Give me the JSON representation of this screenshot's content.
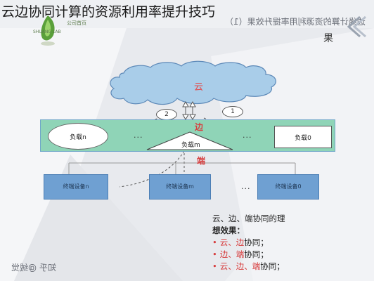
{
  "title": "云边协同计算的资源利用率提升技巧",
  "logo": {
    "text_top": "SHUANG LAB",
    "text_side": "公司首页"
  },
  "header_mirror_text": "边缘计算的资源利用率提升效果（1）",
  "corner_text": "果",
  "diagram": {
    "cloud_label": "云",
    "edge_label": "边",
    "end_label": "端",
    "node_left": "负载n",
    "node_right": "负载0",
    "node_mid": "负载m",
    "dots": "...",
    "device_left": "终端设备n",
    "device_mid": "终端设备m",
    "device_right": "终端设备0",
    "num_left": "2",
    "num_right": "1"
  },
  "notes": {
    "heading_1": "云、边、端协同的理",
    "heading_2": "想效果：",
    "items": [
      {
        "red": "云、边",
        "rest": "协同；"
      },
      {
        "red": "边、端",
        "rest": "协同；"
      },
      {
        "red": "云、边、端",
        "rest": "协同；"
      }
    ]
  },
  "watermark": "知乎 @绒觉"
}
